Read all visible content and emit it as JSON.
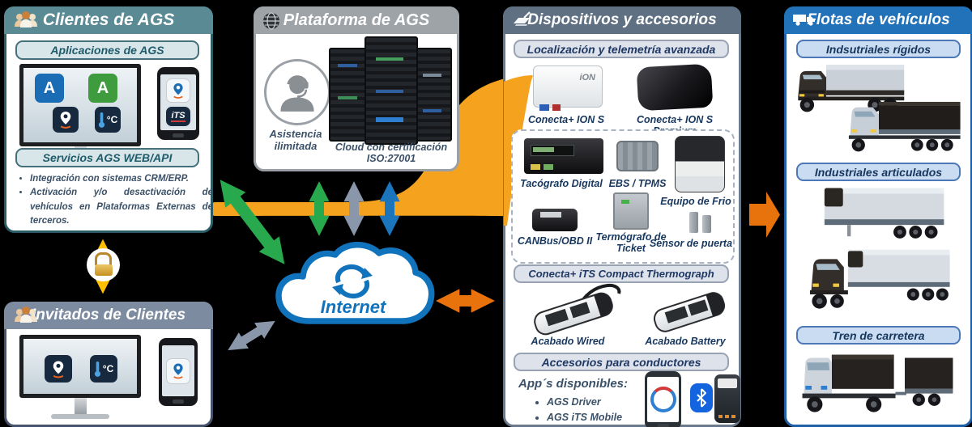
{
  "clientes": {
    "title": "Clientes de AGS",
    "apps_header": "Aplicaciones de AGS",
    "services_header": "Servicios AGS WEB/API",
    "bullet1": "Integración con sistemas CRM/ERP.",
    "bullet2": "Activación y/o desactivación de vehículos en Plataformas Externas de terceros."
  },
  "invitados": {
    "title": "Invitados de Clientes"
  },
  "plataforma": {
    "title": "Plataforma de AGS",
    "assistance": "Asistencia ilimitada",
    "cloud": "Cloud con certificación ISO:27001"
  },
  "internet": {
    "label": "Internet"
  },
  "dispositivos": {
    "title": "Dispositivos y accesorios",
    "telemetry_header": "Localización y telemetría avanzada",
    "ion_marking": "iON",
    "ion_s": "Conecta+ ION S",
    "ion_s_premium": "Conecta+ ION S Premium",
    "tacografo": "Tacógrafo Digital",
    "ebs": "EBS / TPMS",
    "frio": "Equipo de Frio",
    "canbus": "CANBus/OBD II",
    "termografo": "Termógrafo de Ticket",
    "sensor": "Sensor de puerta",
    "thermograph_header": "Conecta+ iTS Compact Thermograph",
    "wired": "Acabado Wired",
    "battery": "Acabado Battery",
    "accessories_header": "Accesorios para conductores",
    "apps_title": "App´s disponibles:",
    "app1": "AGS Driver",
    "app2": "AGS iTS Mobile"
  },
  "flotas": {
    "title": "Flotas de vehículos",
    "section1": "Indsutriales rígidos",
    "section2": "Industriales articulados",
    "section3": "Tren de carretera"
  },
  "icons": {
    "ags_letter": "A",
    "deg_c": "°C",
    "its": "iTS"
  },
  "colors": {
    "teal_header": "#5A8A94",
    "invitados_header": "#7C8BA0",
    "plataforma_header": "#9EA3A8",
    "dispositivos_header": "#5E7082",
    "flotas_header": "#2272B9",
    "orange_flow": "#F5A31F",
    "orange_arrow": "#E8720C",
    "green_arrow": "#29A94D",
    "gray_arrow": "#8A97AB",
    "blue_arrow": "#1B75BC",
    "yellow_arrow": "#FFC000",
    "cloud_blue": "#1173BB"
  }
}
